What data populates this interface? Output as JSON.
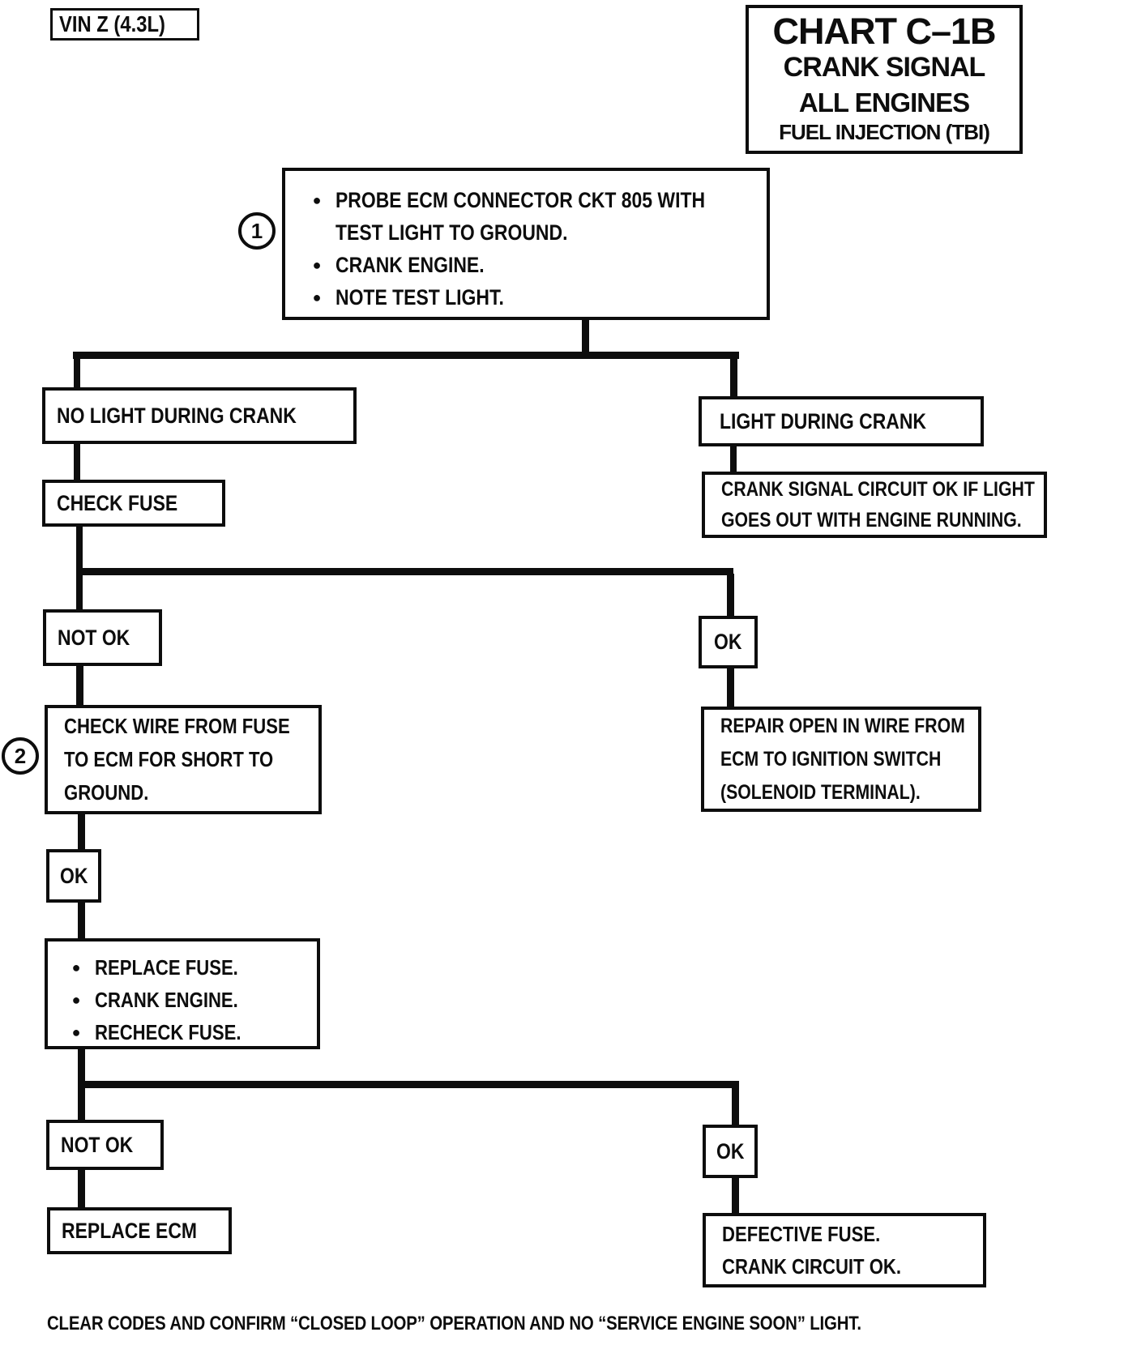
{
  "page": {
    "vin_label": "VIN Z (4.3L)",
    "footer": "CLEAR CODES AND CONFIRM “CLOSED LOOP” OPERATION AND NO “SERVICE ENGINE SOON” LIGHT."
  },
  "title": {
    "chart": "CHART C–1B",
    "subtitle1": "CRANK SIGNAL",
    "subtitle2": "ALL ENGINES",
    "subtitle3": "FUEL INJECTION (TBI)"
  },
  "icons": {
    "bullet": "●"
  },
  "nodes": {
    "step1": {
      "number": "1",
      "bullets": [
        [
          "PROBE ECM CONNECTOR CKT 805 WITH",
          "TEST LIGHT TO GROUND."
        ],
        [
          "CRANK ENGINE."
        ],
        [
          "NOTE TEST LIGHT."
        ]
      ]
    },
    "no_light_during_crank": "NO LIGHT DURING CRANK",
    "light_during_crank": "LIGHT DURING CRANK",
    "check_fuse": "CHECK FUSE",
    "crank_signal_circuit_ok": [
      "CRANK SIGNAL CIRCUIT OK IF LIGHT",
      "GOES OUT WITH ENGINE RUNNING."
    ],
    "not_ok_1": "NOT OK",
    "ok_1": "OK",
    "check_wire": {
      "number": "2",
      "lines": [
        "CHECK WIRE FROM FUSE",
        "TO ECM FOR SHORT TO",
        "GROUND."
      ]
    },
    "repair_open_wire": [
      "REPAIR OPEN IN WIRE FROM",
      "ECM TO IGNITION SWITCH",
      "(SOLENOID TERMINAL)."
    ],
    "ok_2": "OK",
    "replace_fuse_steps": [
      [
        "REPLACE FUSE."
      ],
      [
        "CRANK ENGINE."
      ],
      [
        "RECHECK FUSE."
      ]
    ],
    "not_ok_2": "NOT OK",
    "ok_3": "OK",
    "replace_ecm": "REPLACE ECM",
    "defective_fuse": [
      "DEFECTIVE FUSE.",
      "CRANK CIRCUIT OK."
    ]
  },
  "colors": {
    "ink": "#0d0d0d",
    "paper": "#ffffff"
  }
}
